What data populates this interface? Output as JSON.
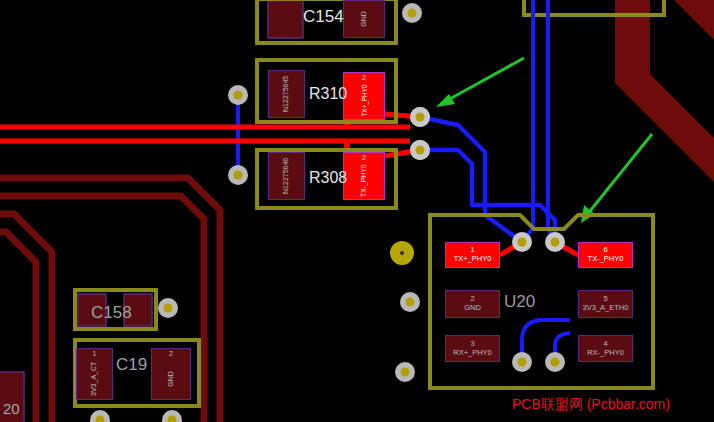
{
  "diagram": {
    "nodes": [
      {
        "text": [
          "C154"
        ]
      },
      {
        "text": [
          "GND"
        ],
        "in": 0
      },
      {
        "text": [
          "R310"
        ]
      },
      {
        "text": [
          "N12275645"
        ],
        "in": 2
      },
      {
        "text": [
          "2",
          "TX+_PHY0"
        ],
        "in": 2
      },
      {
        "text": [
          "R308"
        ]
      },
      {
        "text": [
          "N12275646"
        ],
        "in": 5
      },
      {
        "text": [
          "2",
          "TX-_PHY0"
        ],
        "in": 5
      },
      {
        "text": [
          "U20"
        ]
      },
      {
        "text": [
          "1",
          "TX+_PHY0"
        ],
        "in": 8
      },
      {
        "text": [
          "6",
          "TX-_PHY0"
        ],
        "in": 8
      },
      {
        "text": [
          "2",
          "GND"
        ],
        "in": 8
      },
      {
        "text": [
          "5",
          "3V3_A_ETH0"
        ],
        "in": 8
      },
      {
        "text": [
          "3",
          "RX+_PHY0"
        ],
        "in": 8
      },
      {
        "text": [
          "4",
          "RX-_PHY0"
        ],
        "in": 8
      },
      {
        "text": [
          "C158"
        ]
      },
      {
        "text": [
          "C19"
        ]
      },
      {
        "text": [
          "1",
          "3V3_A_CT"
        ],
        "in": 16
      },
      {
        "text": [
          "2",
          "GND"
        ],
        "in": 16
      }
    ],
    "edges": [
      {
        "from": 4,
        "to": 9,
        "arrow": "none"
      },
      {
        "from": 7,
        "to": 10,
        "arrow": "none"
      }
    ],
    "labels": [
      "20",
      "PCB联盟网 (Pcbbar.com)"
    ]
  }
}
